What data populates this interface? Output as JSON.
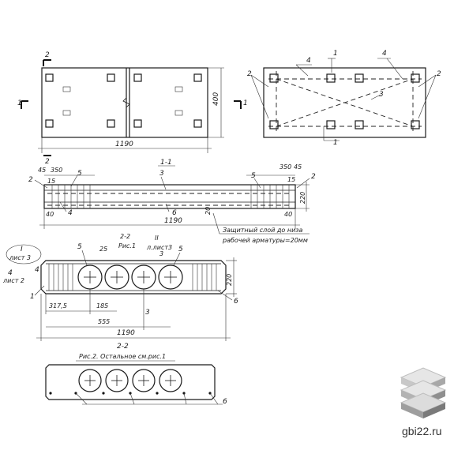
{
  "labels": {
    "cut_1_left": "1",
    "cut_1_right": "1",
    "cut_2_top": "2",
    "cut_2_bottom": "2",
    "plan_width": "1190",
    "plan_height": "400",
    "callout_1_top": "1",
    "callout_1_bottom": "1",
    "callout_2_left": "2",
    "callout_2_right": "2",
    "callout_3": "3",
    "callout_4_left": "4",
    "callout_4_right": "4",
    "section_1_1_title": "1-1",
    "dim_45_left": "45",
    "dim_350_left": "350",
    "dim_15_left": "15",
    "dim_40_left": "40",
    "dim_350_right": "350",
    "dim_45_right": "45",
    "dim_15_right": "15",
    "dim_40_right": "40",
    "dim_220_sec": "220",
    "dim_20": "20",
    "sec_total": "1190",
    "note_cover_line1": "Защитный слой до низа",
    "note_cover_line2": "рабочей арматуры=20мм",
    "s11_c2_left": "2",
    "s11_c5_left": "5",
    "s11_c4_left": "4",
    "s11_c3": "3",
    "s11_c6": "6",
    "s11_c5_right": "5",
    "s11_c2_right": "2",
    "sheet_ref_top_num": "I",
    "sheet_ref_top_txt": "лист 3",
    "sheet_ref_mid_num": "4",
    "sheet_ref_mid_txt": "лист 2",
    "s3_c4": "4",
    "s3_c1": "1",
    "s3_c5_left": "5",
    "s3_dim_25": "25",
    "s3_section_ref": "2-2",
    "s3_fig_ref": "Рис.1",
    "s3_roman": "II",
    "s3_sheet_ref": "л.лист3",
    "s3_roman_small": "3",
    "s3_c5_right": "5",
    "s3_dim_220": "220",
    "s3_c6": "6",
    "s3_dim_3175": "317,5",
    "s3_dim_185": "185",
    "s3_c3": "3",
    "s3_dim_555": "555",
    "s3_dim_1190": "1190",
    "s22_title": "2-2",
    "s22_note": "Рис.2. Остальное см.рис.1",
    "s22_c6": "6",
    "site": "gbi22.ru"
  }
}
